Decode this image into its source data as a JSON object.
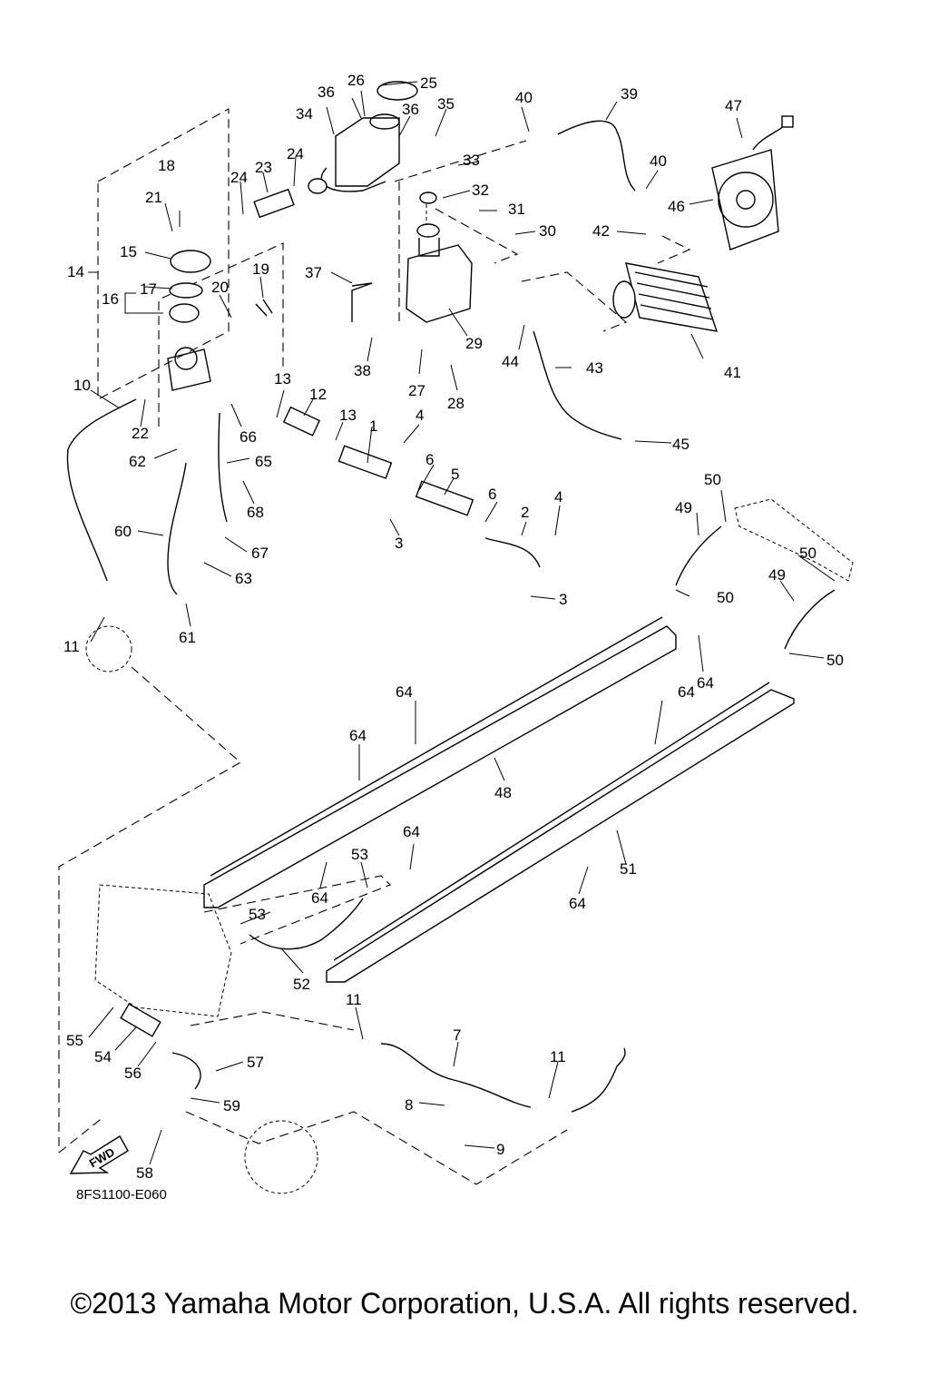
{
  "diagram": {
    "code": "8FS1100-E060",
    "copyright": "©2013 Yamaha Motor Corporation, U.S.A. All rights reserved.",
    "fwd_label": "FWD",
    "callouts": [
      {
        "id": "c25",
        "label": "25"
      },
      {
        "id": "c26",
        "label": "26"
      },
      {
        "id": "c36a",
        "label": "36"
      },
      {
        "id": "c36b",
        "label": "36"
      },
      {
        "id": "c35",
        "label": "35"
      },
      {
        "id": "c34",
        "label": "34"
      },
      {
        "id": "c40a",
        "label": "40"
      },
      {
        "id": "c39",
        "label": "39"
      },
      {
        "id": "c47",
        "label": "47"
      },
      {
        "id": "c40b",
        "label": "40"
      },
      {
        "id": "c33",
        "label": "33"
      },
      {
        "id": "c24a",
        "label": "24"
      },
      {
        "id": "c23",
        "label": "23"
      },
      {
        "id": "c24b",
        "label": "24"
      },
      {
        "id": "c18",
        "label": "18"
      },
      {
        "id": "c21",
        "label": "21"
      },
      {
        "id": "c32",
        "label": "32"
      },
      {
        "id": "c46",
        "label": "46"
      },
      {
        "id": "c31",
        "label": "31"
      },
      {
        "id": "c30",
        "label": "30"
      },
      {
        "id": "c42",
        "label": "42"
      },
      {
        "id": "c15",
        "label": "15"
      },
      {
        "id": "c14",
        "label": "14"
      },
      {
        "id": "c19",
        "label": "19"
      },
      {
        "id": "c37",
        "label": "37"
      },
      {
        "id": "c17",
        "label": "17"
      },
      {
        "id": "c20",
        "label": "20"
      },
      {
        "id": "c16",
        "label": "16"
      },
      {
        "id": "c29",
        "label": "29"
      },
      {
        "id": "c44",
        "label": "44"
      },
      {
        "id": "c41",
        "label": "41"
      },
      {
        "id": "c43",
        "label": "43"
      },
      {
        "id": "c38",
        "label": "38"
      },
      {
        "id": "c27",
        "label": "27"
      },
      {
        "id": "c10",
        "label": "10"
      },
      {
        "id": "c13a",
        "label": "13"
      },
      {
        "id": "c12",
        "label": "12"
      },
      {
        "id": "c28",
        "label": "28"
      },
      {
        "id": "c13b",
        "label": "13"
      },
      {
        "id": "c22",
        "label": "22"
      },
      {
        "id": "c66",
        "label": "66"
      },
      {
        "id": "c1",
        "label": "1"
      },
      {
        "id": "c4a",
        "label": "4"
      },
      {
        "id": "c45",
        "label": "45"
      },
      {
        "id": "c62",
        "label": "62"
      },
      {
        "id": "c65",
        "label": "65"
      },
      {
        "id": "c6a",
        "label": "6"
      },
      {
        "id": "c5",
        "label": "5"
      },
      {
        "id": "c50a",
        "label": "50"
      },
      {
        "id": "c68",
        "label": "68"
      },
      {
        "id": "c6b",
        "label": "6"
      },
      {
        "id": "c4b",
        "label": "4"
      },
      {
        "id": "c49a",
        "label": "49"
      },
      {
        "id": "c2",
        "label": "2"
      },
      {
        "id": "c60",
        "label": "60"
      },
      {
        "id": "c3a",
        "label": "3"
      },
      {
        "id": "c67",
        "label": "67"
      },
      {
        "id": "c50b",
        "label": "50"
      },
      {
        "id": "c63",
        "label": "63"
      },
      {
        "id": "c49b",
        "label": "49"
      },
      {
        "id": "c50c",
        "label": "50"
      },
      {
        "id": "c3b",
        "label": "3"
      },
      {
        "id": "c11a",
        "label": "11"
      },
      {
        "id": "c61",
        "label": "61"
      },
      {
        "id": "c64a",
        "label": "64"
      },
      {
        "id": "c50d",
        "label": "50"
      },
      {
        "id": "c64b",
        "label": "64"
      },
      {
        "id": "c64c",
        "label": "64"
      },
      {
        "id": "c64d",
        "label": "64"
      },
      {
        "id": "c48",
        "label": "48"
      },
      {
        "id": "c64e",
        "label": "64"
      },
      {
        "id": "c53a",
        "label": "53"
      },
      {
        "id": "c51",
        "label": "51"
      },
      {
        "id": "c64f",
        "label": "64"
      },
      {
        "id": "c64g",
        "label": "64"
      },
      {
        "id": "c53b",
        "label": "53"
      },
      {
        "id": "c52",
        "label": "52"
      },
      {
        "id": "c11b",
        "label": "11"
      },
      {
        "id": "c55",
        "label": "55"
      },
      {
        "id": "c7",
        "label": "7"
      },
      {
        "id": "c54",
        "label": "54"
      },
      {
        "id": "c56",
        "label": "56"
      },
      {
        "id": "c57",
        "label": "57"
      },
      {
        "id": "c11c",
        "label": "11"
      },
      {
        "id": "c8",
        "label": "8"
      },
      {
        "id": "c59",
        "label": "59"
      },
      {
        "id": "c9",
        "label": "9"
      },
      {
        "id": "c58",
        "label": "58"
      }
    ]
  }
}
